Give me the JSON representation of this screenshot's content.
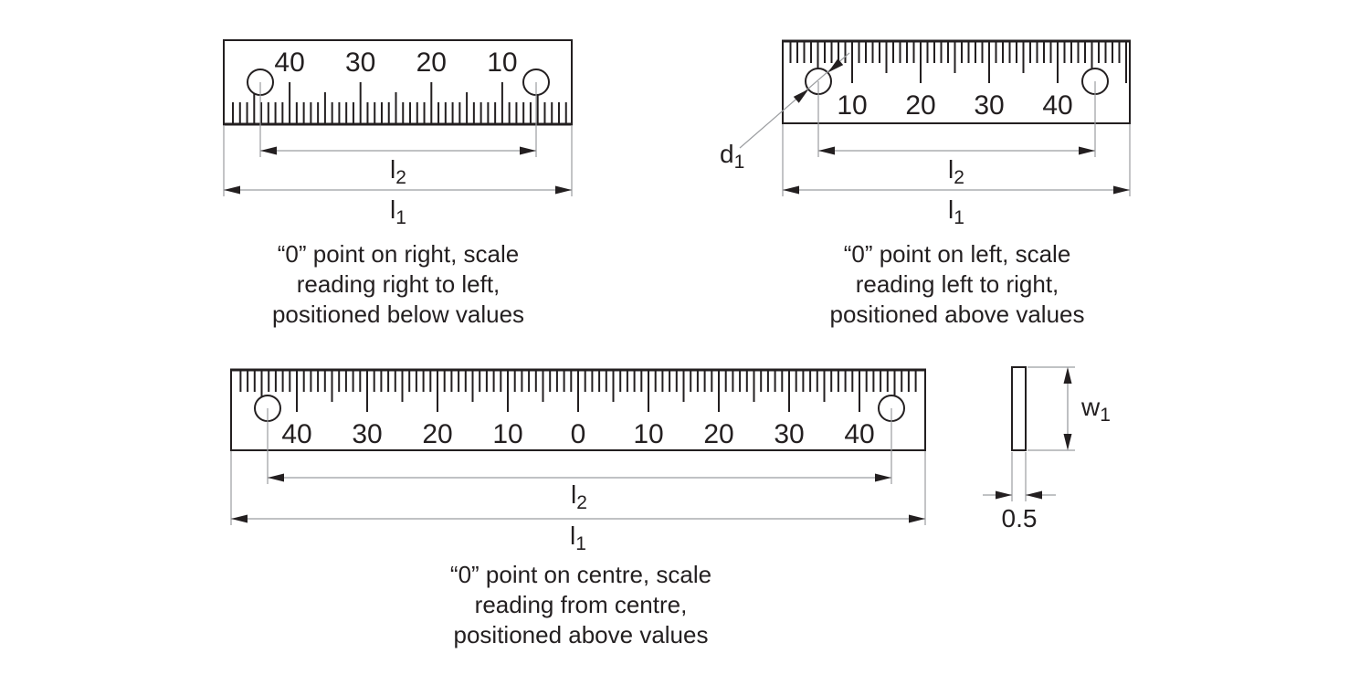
{
  "colors": {
    "ink": "#231f20",
    "thin": "#9b9da0",
    "background": "#ffffff"
  },
  "rulers": [
    {
      "name": "ruler-zero-right",
      "zero_point": "right",
      "tick_side": "bottom",
      "numbers": [
        {
          "label": "40",
          "unit": 40
        },
        {
          "label": "30",
          "unit": 30
        },
        {
          "label": "20",
          "unit": 20
        },
        {
          "label": "10",
          "unit": 10
        }
      ],
      "dims": [
        {
          "label_base": "l",
          "label_sub": "2"
        },
        {
          "label_base": "l",
          "label_sub": "1"
        }
      ],
      "caption": [
        "“0” point on right, scale",
        "reading right to left,",
        "positioned below values"
      ]
    },
    {
      "name": "ruler-zero-left",
      "zero_point": "left",
      "tick_side": "top",
      "numbers": [
        {
          "label": "10",
          "unit": 10
        },
        {
          "label": "20",
          "unit": 20
        },
        {
          "label": "30",
          "unit": 30
        },
        {
          "label": "40",
          "unit": 40
        }
      ],
      "dims": [
        {
          "label_base": "l",
          "label_sub": "2"
        },
        {
          "label_base": "l",
          "label_sub": "1"
        }
      ],
      "caption": [
        "“0” point on left, scale",
        "reading left to right,",
        "positioned above values"
      ]
    },
    {
      "name": "ruler-zero-centre",
      "zero_point": "centre",
      "tick_side": "top",
      "numbers": [
        {
          "label": "40",
          "unit": -40
        },
        {
          "label": "30",
          "unit": -30
        },
        {
          "label": "20",
          "unit": -20
        },
        {
          "label": "10",
          "unit": -10
        },
        {
          "label": "0",
          "unit": 0
        },
        {
          "label": "10",
          "unit": 10
        },
        {
          "label": "20",
          "unit": 20
        },
        {
          "label": "30",
          "unit": 30
        },
        {
          "label": "40",
          "unit": 40
        }
      ],
      "dims": [
        {
          "label_base": "l",
          "label_sub": "2"
        },
        {
          "label_base": "l",
          "label_sub": "1"
        }
      ],
      "caption": [
        "“0” point on centre, scale",
        "reading from centre,",
        "positioned above values"
      ]
    }
  ],
  "hole_diameter_label": {
    "base": "d",
    "sub": "1"
  },
  "side_view": {
    "width_label": {
      "base": "w",
      "sub": "1"
    },
    "thickness_label": "0.5"
  }
}
